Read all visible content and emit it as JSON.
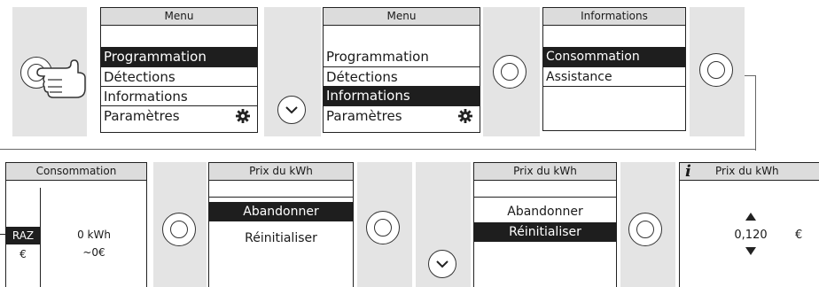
{
  "row1": {
    "screen1": {
      "title": "Menu",
      "items": [
        "Programmation",
        "Détections",
        "Informations",
        "Paramètres"
      ]
    },
    "screen2": {
      "title": "Menu",
      "items": [
        "Programmation",
        "Détections",
        "Informations",
        "Paramètres"
      ]
    },
    "screen3": {
      "title": "Informations",
      "items": [
        "Consommation",
        "Assistance"
      ]
    }
  },
  "row2": {
    "screen1": {
      "title": "Consommation",
      "side_raz": "RAZ",
      "side_euro": "€",
      "kwh": "0 kWh",
      "cost": "~0€"
    },
    "screen2": {
      "title": "Prix du kWh",
      "items": [
        "Abandonner",
        "Réinitialiser"
      ]
    },
    "screen3": {
      "title": "Prix du kWh",
      "items": [
        "Abandonner",
        "Réinitialiser"
      ]
    },
    "screen4": {
      "info_icon": "i",
      "title": "Prix du kWh",
      "value": "0,120",
      "unit": "€"
    }
  },
  "icons": {
    "gear": "gear-icon",
    "press_button": "ok-button-icon",
    "chevron": "chevron-down-icon",
    "hand": "hand-pointer-icon"
  },
  "colors": {
    "panel": "#e4e4e4",
    "selected": "#1e1e1e",
    "text": "#1a1a1a"
  }
}
